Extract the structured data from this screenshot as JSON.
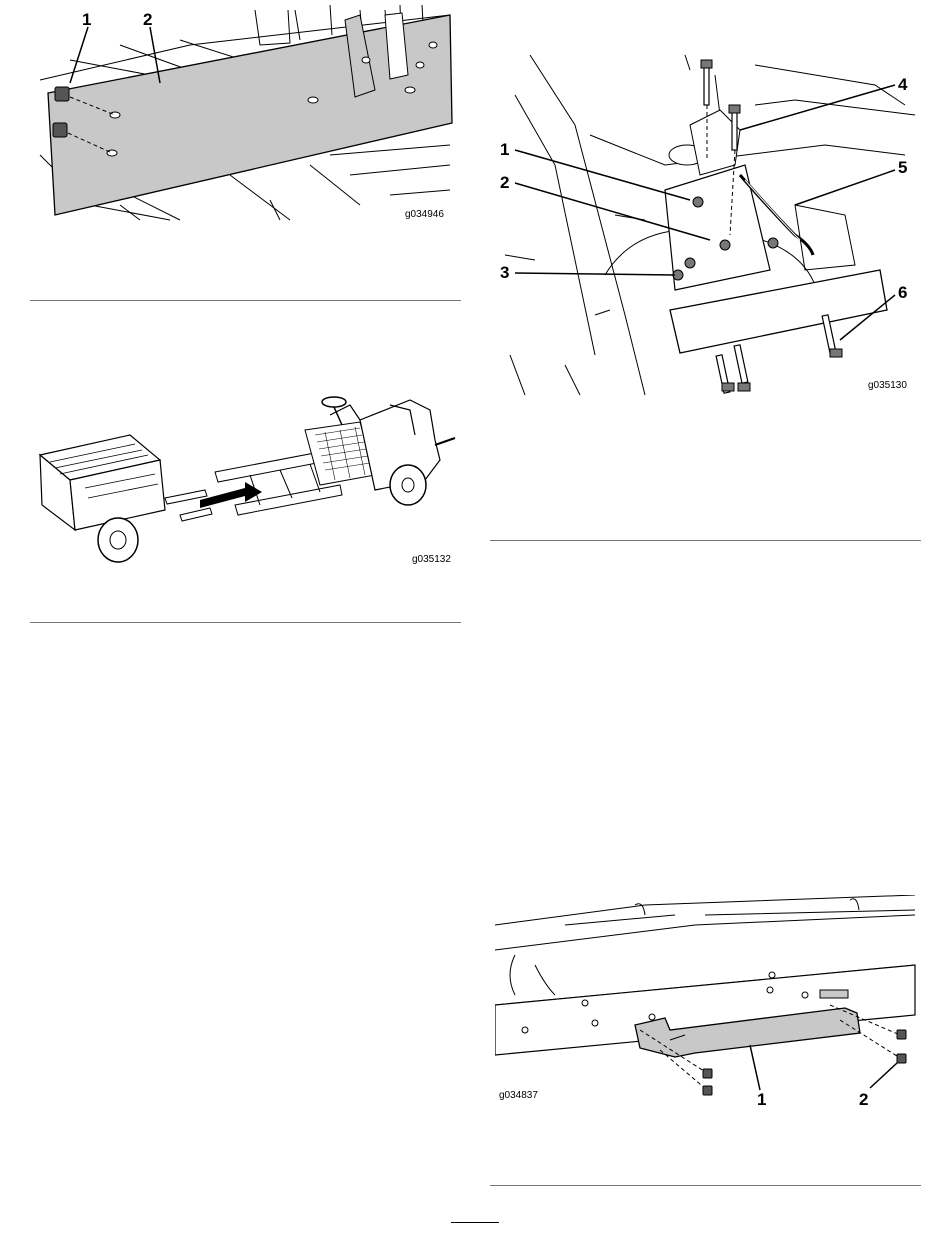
{
  "figures": {
    "fig1": {
      "id": "g034946",
      "callouts": [
        "1",
        "2"
      ]
    },
    "fig2": {
      "id": "g035130",
      "callouts": [
        "1",
        "2",
        "3",
        "4",
        "5",
        "6"
      ]
    },
    "fig3": {
      "id": "g035132"
    },
    "fig4": {
      "id": "g034837",
      "callouts": [
        "1",
        "2"
      ]
    }
  },
  "colors": {
    "part_fill": "#c8c8c8",
    "line": "#000000",
    "rule": "#777777"
  }
}
